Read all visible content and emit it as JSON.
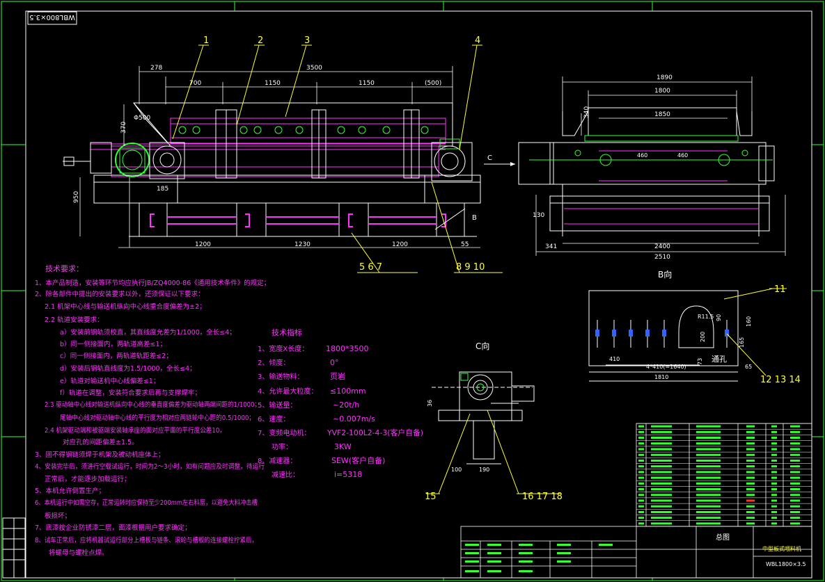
{
  "stamp": "WBL800×3.5",
  "parts": {
    "p1": "1",
    "p2": "2",
    "p3": "3",
    "p4": "4",
    "p567": "5 6 7",
    "p8910": "8 9 10",
    "p11": "11",
    "p121314": "12 13 14",
    "p15": "15",
    "p161718": "16 17 18"
  },
  "dims": {
    "d278": "278",
    "d3500": "3500",
    "d700": "700",
    "d1150a": "1150",
    "d1150b": "1150",
    "d500": "(500)",
    "dphi500": "Φ500",
    "d370": "370",
    "d185": "185",
    "d950": "950",
    "d1200a": "1200",
    "d1230": "1230",
    "d1200b": "1200",
    "d55": "55",
    "d1890": "1890",
    "d1800": "1800",
    "d1850": "1850",
    "d340": "340",
    "d460a": "460",
    "d460b": "460",
    "d130": "130",
    "d341": "341",
    "d2400": "2400",
    "d2510": "2510",
    "d410": "410",
    "d4x410": "4*410(=1640)",
    "d1810": "1810",
    "dR115": "R11.5",
    "d200": "200",
    "d90": "90",
    "d160": "160",
    "d165": "165",
    "d65": "65",
    "d73": "73",
    "d36": "36",
    "d100": "100",
    "d190": "190"
  },
  "labels": {
    "c": "C",
    "b": "B",
    "b_view": "B向",
    "c_view": "C向",
    "through_hole": "通孔"
  },
  "tech_req": {
    "title": "技术要求：",
    "lines": [
      "1、本产品制造，安装等环节均应执行JB/ZQ4000-86《通用技术条件》的规定；",
      "2、除各部件中提出的安装要求以外，还须保证以下要求：",
      "2.1   机架中心线与输送机纵向中心线重合度偏差为±2；",
      "2.2   轨道安装要求：",
      "a）安装前钢轨须校直，其直线度允差为1/1000，全长≤4；",
      "b）同一侧接面内，两轨道高差≤1；",
      "c）同一侧接面内，两轨道轨距差≤2；",
      "d）安装后钢轨直线度为1.5/1000，全长≤4；",
      "e）轨道对输送机中心线偏差≤1；",
      "f）轨道在调整，安装符合要求后再与支撑焊牢；",
      "2.3   驱动轴中心线对输送机纵向中心线的垂直度偏差为驱动轴两端间距的1/1000；",
      "尾轴中心线对驱动轴中心线的平行度为相对应两链轮中心距的0.5/1000；",
      "2.4   机架驱动端和被驱端安装轴承座的面对应平面的平行度公差10，",
      "对应孔的间距偏差±1.5。",
      "3、固不得钢链须焊于机架及被动机座体上；",
      "4、安装完毕后，须进行空载试运行，时间为2～3小时，如有问题应及时调整，待运行",
      "正常后，才能逐步加载运行；",
      "5、本机允许倒置生产；",
      "6、本机运行中如需空存，正常运转时应保持至少200mm左右料层，以避免大料冲击槽",
      "板损坏；",
      "7、底漆按企业防锈漆二层，面漆根据用户要求确定；",
      "8、试车正常后，应将机器试运行部分上槽板与链条、滚轮与槽板的连接螺栓拧紧后，",
      "将螺母与螺栓点焊。"
    ]
  },
  "tech_spec": {
    "title": "技术指标",
    "rows": [
      {
        "k": "1、宽度X长度：",
        "v": "1800*3500"
      },
      {
        "k": "2、倾度：",
        "v": "0°"
      },
      {
        "k": "3、输送物料：",
        "v": "页岩"
      },
      {
        "k": "4、允许最大粒度：",
        "v": "≤100mm"
      },
      {
        "k": "5、输送量：",
        "v": "~20t/h"
      },
      {
        "k": "6、速度：",
        "v": "~0.007m/s"
      },
      {
        "k": "7、变频电动机：",
        "v": "YVF2-100L2-4-3(客户自备)"
      },
      {
        "k": "功率：",
        "v": "3KW"
      },
      {
        "k": "8、减速器：",
        "v": "SEW(客户自备)"
      },
      {
        "k": "减速比：",
        "v": "i=5318"
      }
    ]
  },
  "title_block": {
    "drawing_name": "总图",
    "product_name": "中型板式喂料机",
    "drawing_code": "WBL1800×3.5"
  },
  "colors": {
    "magenta": "#ff33ff",
    "yellow": "#ffff33",
    "green": "#33ff33",
    "white": "#ffffff",
    "cyan": "#33ffff",
    "red": "#ff3333",
    "blue": "#3366ff"
  }
}
